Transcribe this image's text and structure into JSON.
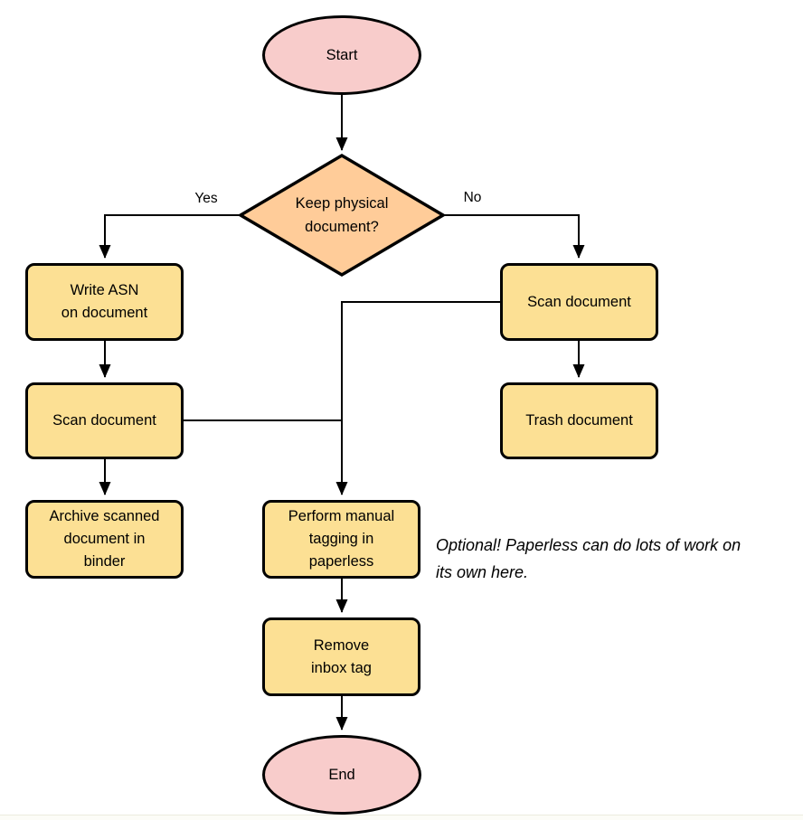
{
  "colors": {
    "background": "#FFFFFF",
    "terminator_fill": "#F8CCCB",
    "decision_fill": "#FFCC99",
    "process_fill": "#FCE094",
    "stroke": "#000000"
  },
  "nodes": {
    "start": {
      "type": "terminator",
      "label": "Start"
    },
    "decision": {
      "type": "decision",
      "label": "Keep physical\ndocument?"
    },
    "write_asn": {
      "type": "process",
      "label": "Write ASN\non document"
    },
    "scan_document_left": {
      "type": "process",
      "label": "Scan document"
    },
    "archive_binder": {
      "type": "process",
      "label": "Archive scanned\ndocument in\nbinder"
    },
    "scan_document_right": {
      "type": "process",
      "label": "Scan document"
    },
    "trash_document": {
      "type": "process",
      "label": "Trash document"
    },
    "manual_tagging": {
      "type": "process",
      "label": "Perform manual\ntagging in\npaperless"
    },
    "remove_inbox_tag": {
      "type": "process",
      "label": "Remove\ninbox tag"
    },
    "end": {
      "type": "terminator",
      "label": "End"
    }
  },
  "edge_labels": {
    "yes": "Yes",
    "no": "No"
  },
  "annotation": {
    "text": "Optional! Paperless can do lots of work on\nits own here."
  }
}
